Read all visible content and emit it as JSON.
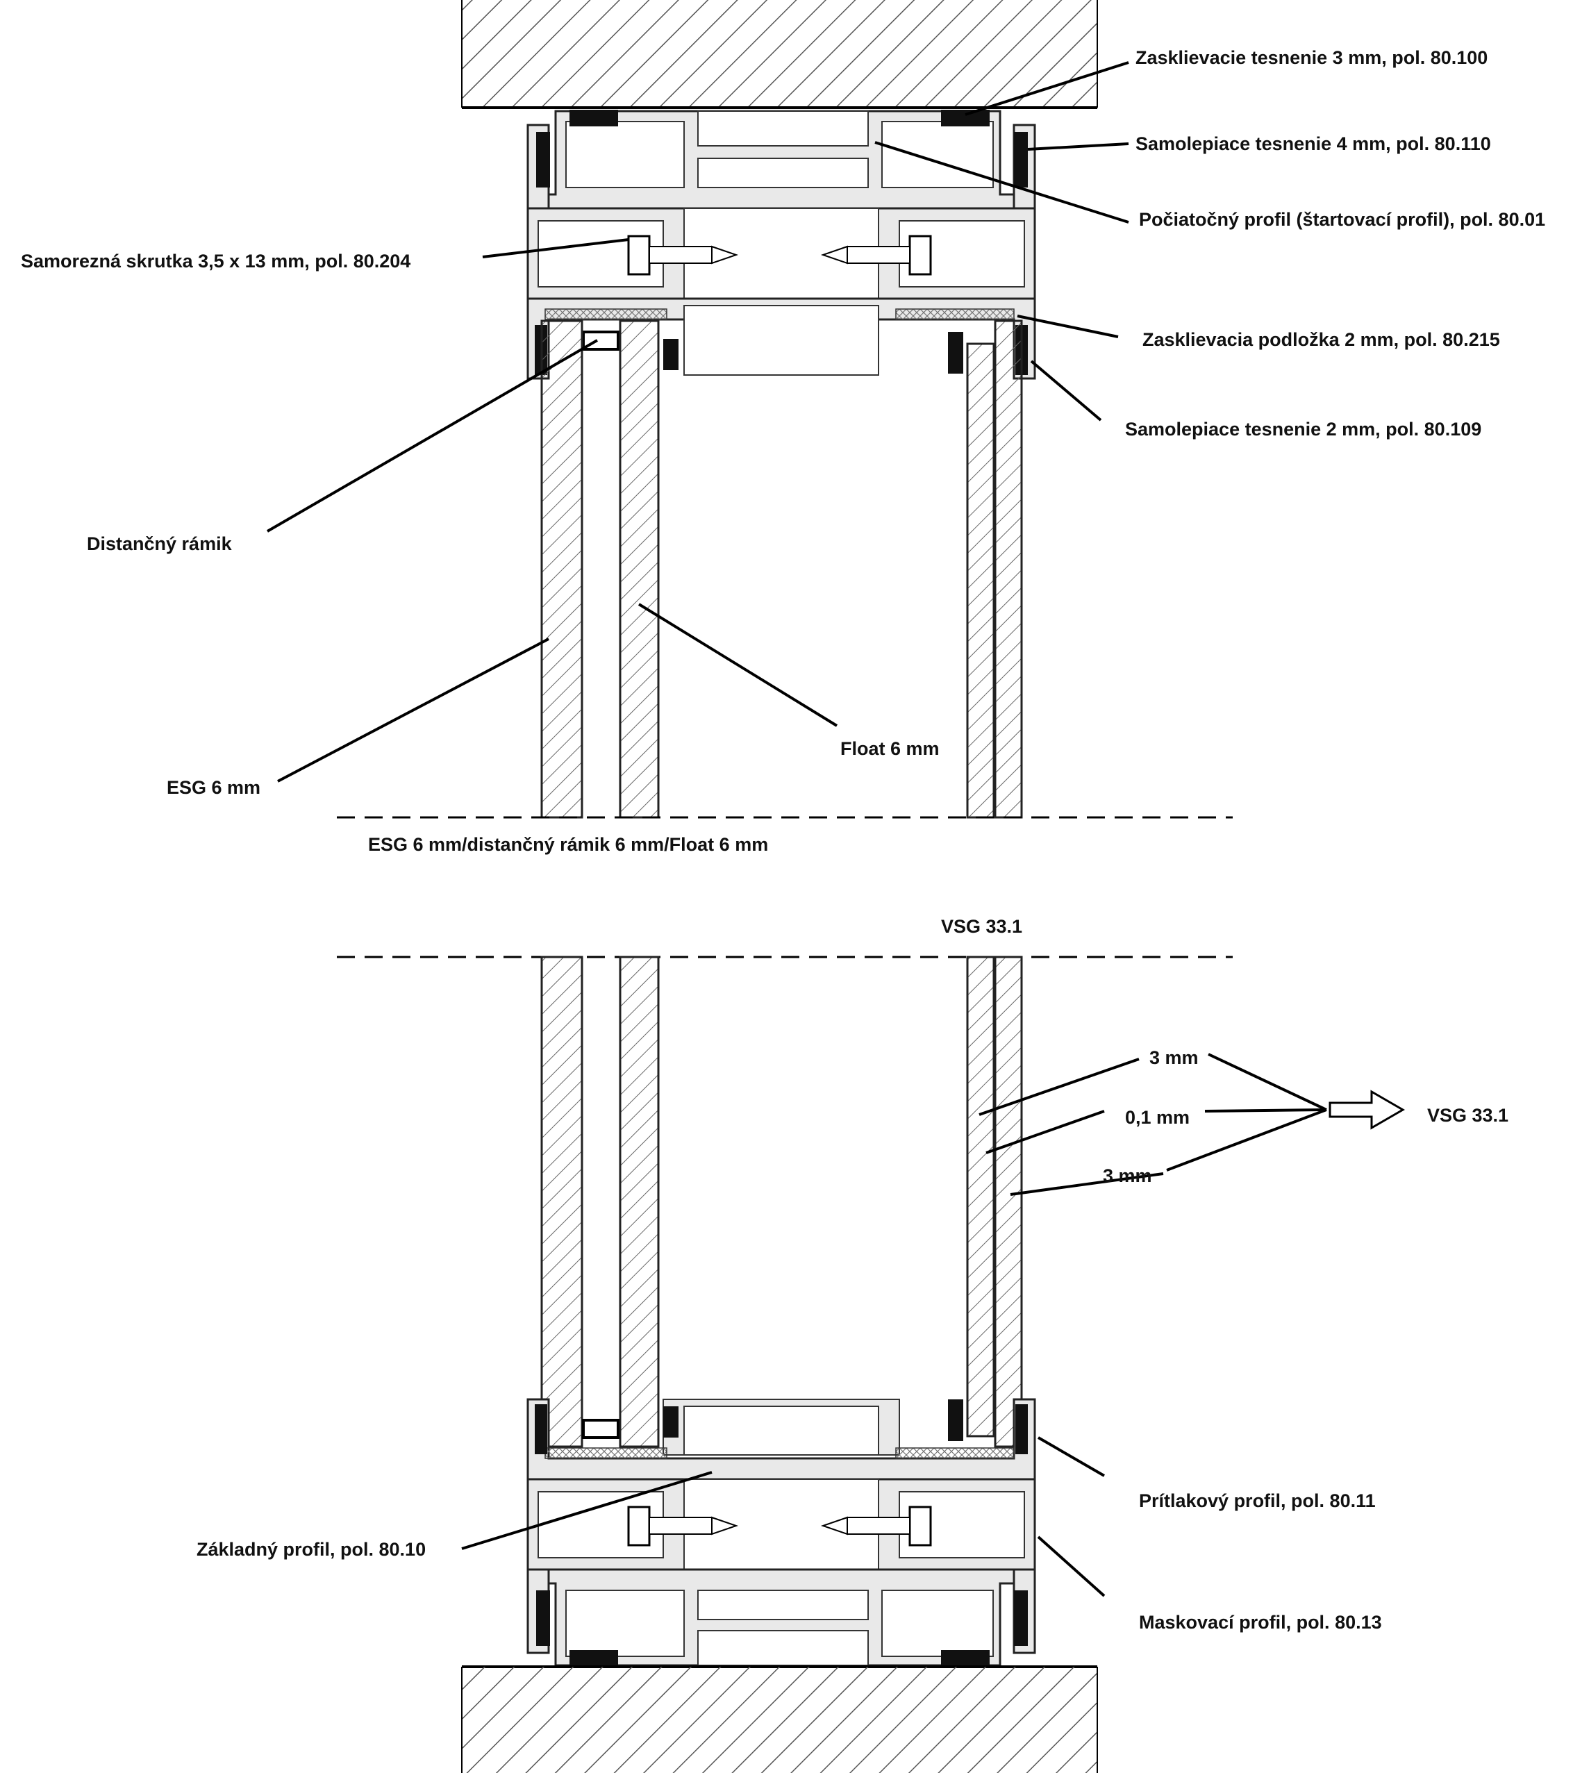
{
  "labels": {
    "zasklievacie_tesnenie": "Zasklievacie tesnenie 3 mm, pol. 80.100",
    "samolepiace_4mm": "Samolepiace tesnenie 4 mm, pol. 80.110",
    "pociatocny_profil": "Počiatočný profil (štartovací profil), pol. 80.01",
    "skrutka": "Samorezná skrutka 3,5 x 13 mm, pol. 80.204",
    "podlozka": "Zasklievacia podložka 2 mm, pol. 80.215",
    "samolepiace_2mm": "Samolepiace tesnenie 2 mm, pol. 80.109",
    "distancny_ramik": "Distančný rámik",
    "float": "Float 6 mm",
    "esg": "ESG 6 mm",
    "section_top_caption": "ESG 6 mm/distančný rámik 6 mm/Float 6 mm",
    "vsg_title": "VSG 33.1",
    "layer_outer": "3 mm",
    "layer_foil": "0,1 mm",
    "layer_inner": "3 mm",
    "vsg_result": "VSG 33.1",
    "pritlakovy_profil": "Prítlakový profil, pol. 80.11",
    "zakladny_profil": "Základný profil, pol. 80.10",
    "maskovaci_profil": "Maskovací profil, pol. 80.13"
  },
  "colors": {
    "line": "#000000",
    "profile_fill": "#e9e9e9",
    "gasket": "#111111",
    "hatch": "#555555"
  }
}
